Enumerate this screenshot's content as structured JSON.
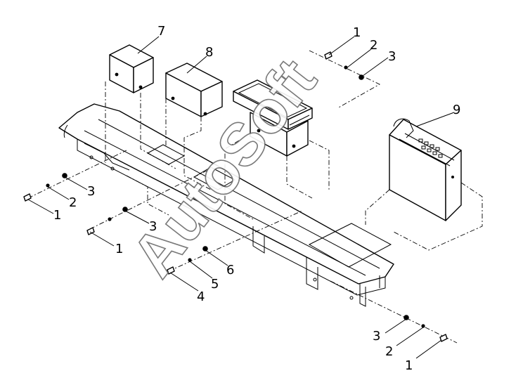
{
  "watermark": "AutoSoft",
  "callouts": {
    "c1": "1",
    "c2": "2",
    "c3": "3",
    "c4": "1",
    "c5": "2",
    "c6": "3",
    "c7": "1",
    "c8": "3",
    "c9": "4",
    "c10": "5",
    "c11": "6",
    "c12": "3",
    "c13": "2",
    "c14": "1",
    "c15": "7",
    "c16": "8",
    "c17": "9"
  }
}
